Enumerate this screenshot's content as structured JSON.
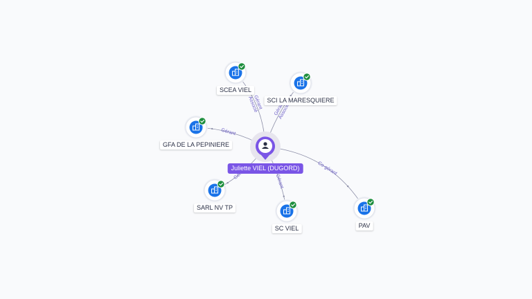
{
  "colors": {
    "person": "#7a55e6",
    "company": "#1a73e8",
    "verified": "#1e8e3e",
    "edge": "#8d8fa8",
    "edge_label": "#6f61c8"
  },
  "person": {
    "id": "person",
    "label": "Juliette VIEL (DUGORD)",
    "icon": "user-icon"
  },
  "companies": [
    {
      "id": "scea-viel",
      "label": "SCEA VIEL",
      "icon": "building-icon",
      "verified": true
    },
    {
      "id": "sci-la-maresquiere",
      "label": "SCI LA MARESQUIERE",
      "icon": "building-icon",
      "verified": true
    },
    {
      "id": "gfa-de-la-pepiniere",
      "label": "GFA DE LA PEPINIERE",
      "icon": "building-icon",
      "verified": true
    },
    {
      "id": "sarl-nv-tp",
      "label": "SARL NV TP",
      "icon": "building-icon",
      "verified": true
    },
    {
      "id": "sc-viel",
      "label": "SC VIEL",
      "icon": "building-icon",
      "verified": true
    },
    {
      "id": "pav",
      "label": "PAV",
      "icon": "building-icon",
      "verified": true
    }
  ],
  "relations": [
    {
      "to": "scea-viel",
      "labels": [
        "Gérant",
        "Associé"
      ]
    },
    {
      "to": "sci-la-maresquiere",
      "labels": [
        "Gérant",
        "Associé"
      ]
    },
    {
      "to": "gfa-de-la-pepiniere",
      "labels": [
        "Gérant"
      ]
    },
    {
      "to": "sarl-nv-tp",
      "labels": [
        "Gérant"
      ]
    },
    {
      "to": "sc-viel",
      "labels": [
        "Gérant"
      ]
    },
    {
      "to": "pav",
      "labels": [
        "Co-gérant"
      ]
    }
  ]
}
